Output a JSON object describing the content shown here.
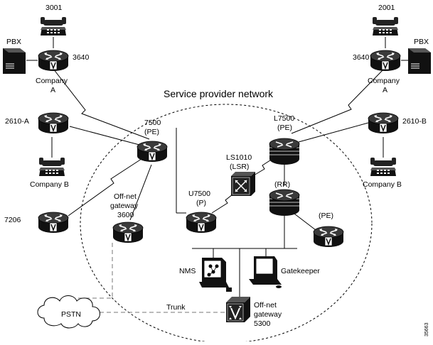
{
  "diagram": {
    "title": "Service provider network",
    "figure_id": "35663",
    "labels": {
      "tel_3001": "3001",
      "tel_2001": "2001",
      "pbx_left": "PBX",
      "pbx_right": "PBX",
      "r3640_left": "3640",
      "r3640_right": "3640",
      "company_a_left_1": "Company",
      "company_a_left_2": "A",
      "company_a_right_1": "Company",
      "company_a_right_2": "A",
      "r2610a": "2610-A",
      "r2610b": "2610-B",
      "company_b_left": "Company B",
      "company_b_right": "Company B",
      "r7500_1": "7500",
      "r7500_2": "(PE)",
      "l7500_1": "L7500",
      "l7500_2": "(PE)",
      "ls1010_1": "LS1010",
      "ls1010_2": "(LSR)",
      "rr": "(RR)",
      "pe": "(PE)",
      "u7500_1": "U7500",
      "u7500_2": "(P)",
      "offnet_gw_1": "Off-net",
      "offnet_gw_2": "gateway",
      "offnet_gw_3": "3600",
      "r7206": "7206",
      "nms": "NMS",
      "gatekeeper": "Gatekeeper",
      "pstn": "PSTN",
      "trunk": "Trunk",
      "gw5300_1": "Off-net",
      "gw5300_2": "gateway",
      "gw5300_3": "5300"
    }
  },
  "colors": {
    "device_dark": "#111111",
    "device_mid": "#3a3a3a",
    "line": "#000000",
    "dashed": "#777777",
    "background": "#ffffff"
  },
  "icons": [
    "router-icon",
    "phone-icon",
    "pbx-icon",
    "atm-switch-icon",
    "route-reflector-icon",
    "workstation-icon",
    "pstn-cloud-icon",
    "voice-gateway-icon"
  ]
}
